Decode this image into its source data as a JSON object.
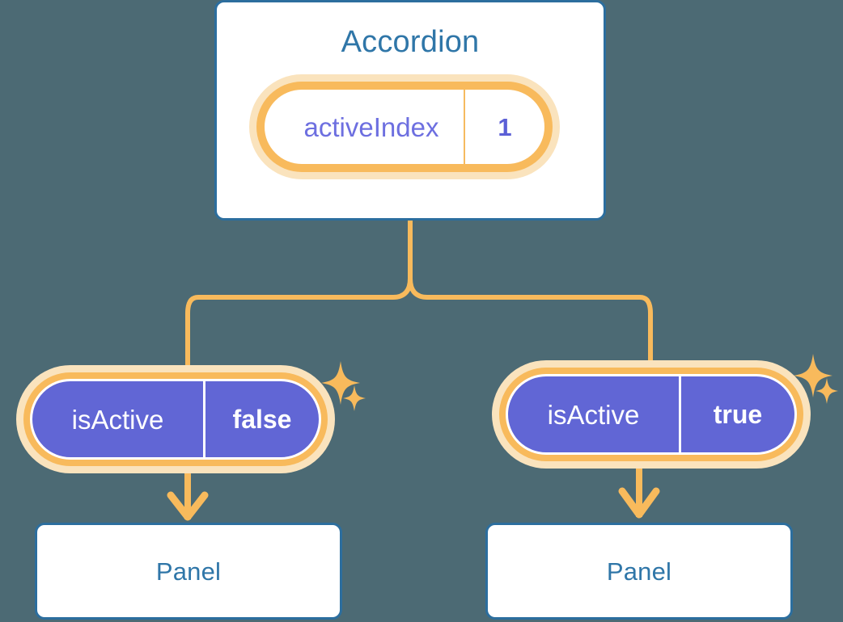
{
  "theme": {
    "background": "#4c6a74",
    "card_border": "#2c6e9e",
    "card_fill": "#ffffff",
    "title_text": "#2f76a8",
    "pill_ring": "#f8ba5c",
    "pill_halo": "#fae3bd",
    "pill_purple_fill": "#6166d5",
    "connector": "#f8ba5c",
    "value_purple_text": "#5b5fd6",
    "key_purple_text": "#6d6fe0",
    "pill_white_text": "#ffffff"
  },
  "diagram": {
    "type": "component-state-tree",
    "root": {
      "name": "accordion-component",
      "title": "Accordion",
      "state": {
        "key": "activeIndex",
        "value": "1",
        "style": "white-pill"
      }
    },
    "children": [
      {
        "name": "panel-left",
        "title": "Panel",
        "state": {
          "key": "isActive",
          "value": "false",
          "style": "purple-pill"
        }
      },
      {
        "name": "panel-right",
        "title": "Panel",
        "state": {
          "key": "isActive",
          "value": "true",
          "style": "purple-pill"
        }
      }
    ]
  },
  "icons": {
    "sparkle_large": "sparkle-four-point-icon",
    "sparkle_small": "sparkle-four-point-small-icon",
    "arrow": "arrow-down-icon",
    "branch": "branch-connector-icon"
  }
}
